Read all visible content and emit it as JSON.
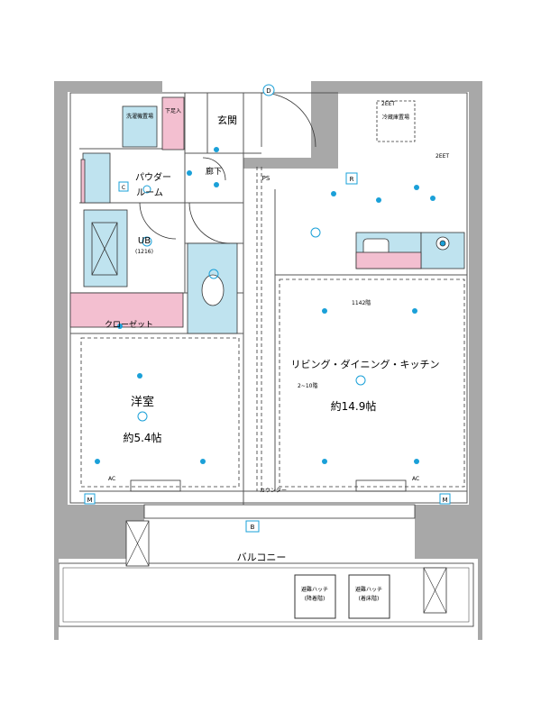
{
  "colors": {
    "wall": "#a8a8a8",
    "fixture_blue": "#bfe3ef",
    "fixture_pink": "#f3bfd0",
    "accent_blue": "#1aa0d8"
  },
  "rooms": {
    "entrance": "玄関",
    "shoe_storage": "下足入",
    "powder_room_line1": "パウダー",
    "powder_room_line2": "ルーム",
    "hallway": "廊下",
    "ps": "PS",
    "unit_bath": "UB",
    "unit_bath_size": "(1216)",
    "closet": "クローゼット",
    "western_room": "洋室",
    "western_room_size": "約5.4帖",
    "ldk": "リビング・ダイニング・キッチン",
    "ldk_size": "約14.9帖",
    "balcony": "バルコニー",
    "counter": "カウンター",
    "laundry_pan": "洗濯機置場",
    "fridge": "冷蔵庫置場"
  },
  "hatches": [
    {
      "line1": "避難ハッチ",
      "line2": "(降着階)"
    },
    {
      "line1": "避難ハッチ",
      "line2": "(着床階)"
    }
  ],
  "markers": {
    "d": "D",
    "r": "R",
    "c": "C",
    "b": "B",
    "m_left": "M",
    "m_right": "M",
    "ac_left": "AC",
    "ac_right": "AC",
    "eet_top": "2EET",
    "eet_right": "2EET",
    "height_note": "1142階",
    "height_note2": "2~10階"
  }
}
